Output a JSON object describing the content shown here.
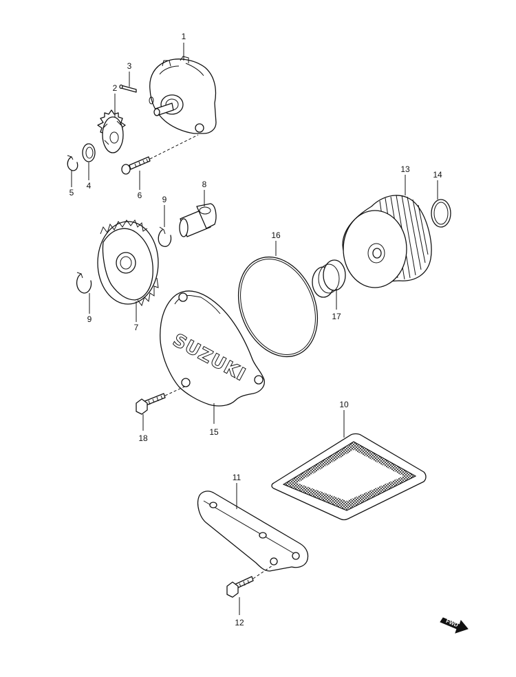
{
  "callouts": {
    "c1": "1",
    "c2": "2",
    "c3": "3",
    "c4": "4",
    "c5": "5",
    "c6": "6",
    "c7": "7",
    "c8": "8",
    "c9a": "9",
    "c9b": "9",
    "c10": "10",
    "c11": "11",
    "c12": "12",
    "c13": "13",
    "c14": "14",
    "c15": "15",
    "c16": "16",
    "c17": "17",
    "c18": "18"
  },
  "cover_logo": "SUZUKI",
  "direction_badge": "FWD"
}
